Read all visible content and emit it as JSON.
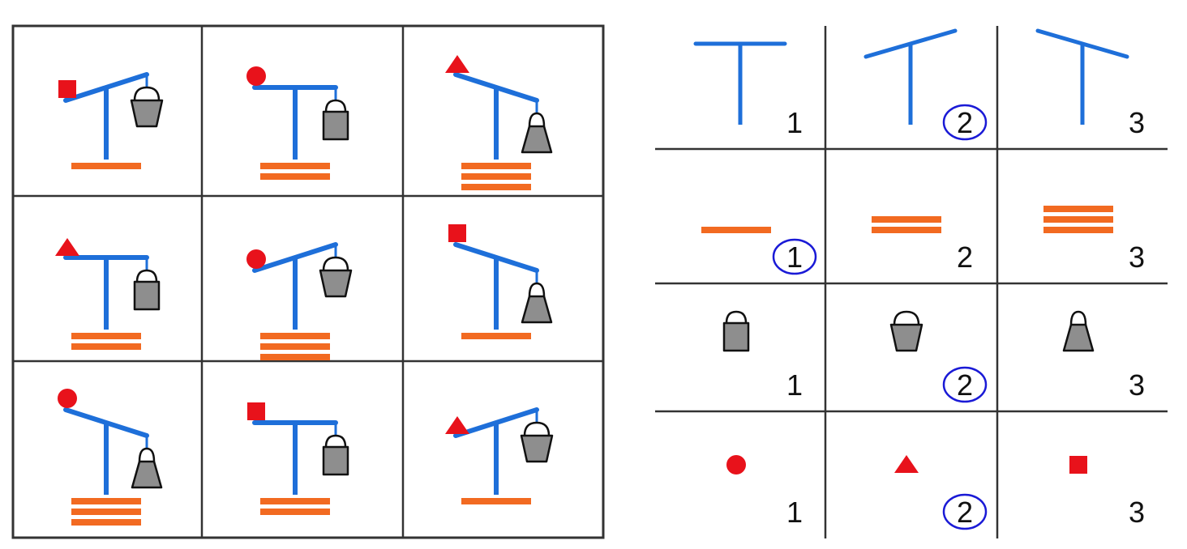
{
  "colors": {
    "lever": "#1e6fd9",
    "base": "#f26a21",
    "object": "#e8121b",
    "bucket_fill": "#8e8e8e",
    "outline": "#111111",
    "grid": "#333333",
    "circle_mark": "#1a1ad6"
  },
  "left_puzzle": {
    "cells": [
      {
        "tilt": "down-left",
        "shape": "square",
        "bucket": "pail",
        "base": 1
      },
      {
        "tilt": "level",
        "shape": "circle",
        "bucket": "rect",
        "base": 2
      },
      {
        "tilt": "down-right",
        "shape": "triangle",
        "bucket": "weight",
        "base": 3
      },
      {
        "tilt": "level",
        "shape": "triangle",
        "bucket": "rect",
        "base": 2
      },
      {
        "tilt": "down-left",
        "shape": "circle",
        "bucket": "pail",
        "base": 3
      },
      {
        "tilt": "down-right",
        "shape": "square",
        "bucket": "weight",
        "base": 1
      },
      {
        "tilt": "down-right",
        "shape": "circle",
        "bucket": "weight",
        "base": 3
      },
      {
        "tilt": "level",
        "shape": "square",
        "bucket": "rect",
        "base": 2
      },
      {
        "tilt": "down-left",
        "shape": "triangle",
        "bucket": "pail",
        "base": 1
      }
    ]
  },
  "answer_key": {
    "rows": [
      {
        "kind": "lever",
        "labels": [
          "1",
          "2",
          "3"
        ],
        "circled": 2
      },
      {
        "kind": "base",
        "labels": [
          "1",
          "2",
          "3"
        ],
        "circled": 1
      },
      {
        "kind": "bucket",
        "labels": [
          "1",
          "2",
          "3"
        ],
        "circled": 2
      },
      {
        "kind": "shape",
        "labels": [
          "1",
          "2",
          "3"
        ],
        "circled": 2
      }
    ]
  }
}
